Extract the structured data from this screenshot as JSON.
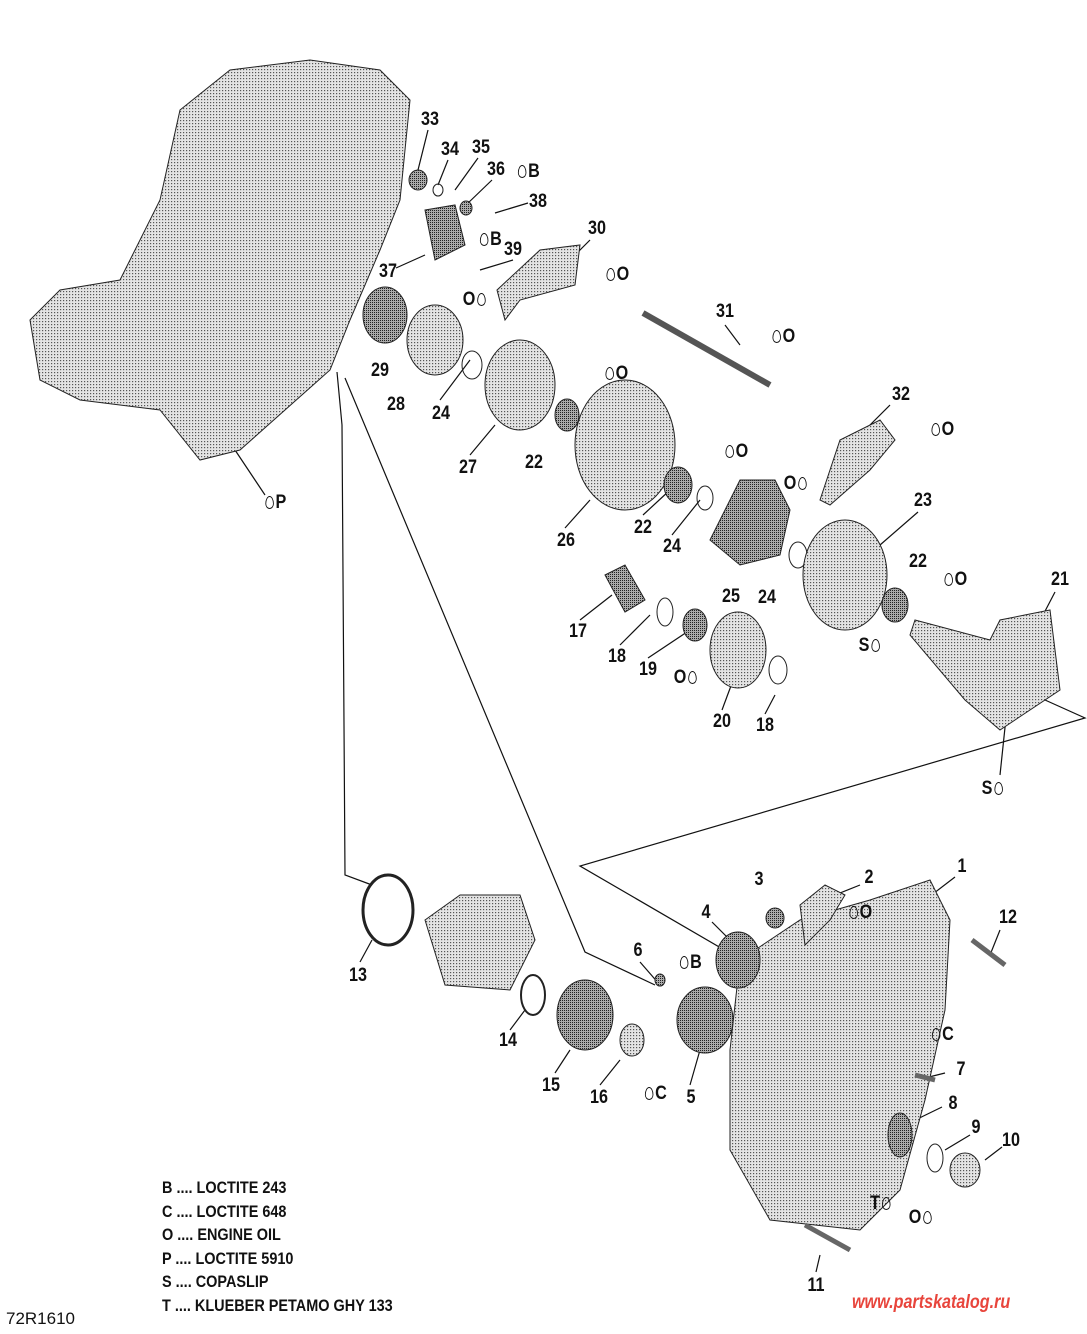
{
  "diagram": {
    "figure_code": "72R1610",
    "watermark": "www.partskatalog.ru",
    "callouts": [
      "1",
      "2",
      "3",
      "4",
      "5",
      "6",
      "7",
      "8",
      "9",
      "10",
      "11",
      "12",
      "13",
      "14",
      "15",
      "16",
      "17",
      "18",
      "19",
      "20",
      "21",
      "22",
      "23",
      "24",
      "25",
      "26",
      "27",
      "28",
      "29",
      "30",
      "31",
      "32",
      "33",
      "34",
      "35",
      "36",
      "37",
      "38",
      "39"
    ],
    "lubricant_marks": {
      "B": "B",
      "C": "C",
      "O": "O",
      "P": "P",
      "S": "S",
      "T": "T"
    },
    "legend": [
      "B .... LOCTITE 243",
      "C .... LOCTITE 648",
      "O .... ENGINE OIL",
      "P .... LOCTITE 5910",
      "S .... COPASLIP",
      "T .... KLUEBER PETAMO GHY 133"
    ]
  }
}
